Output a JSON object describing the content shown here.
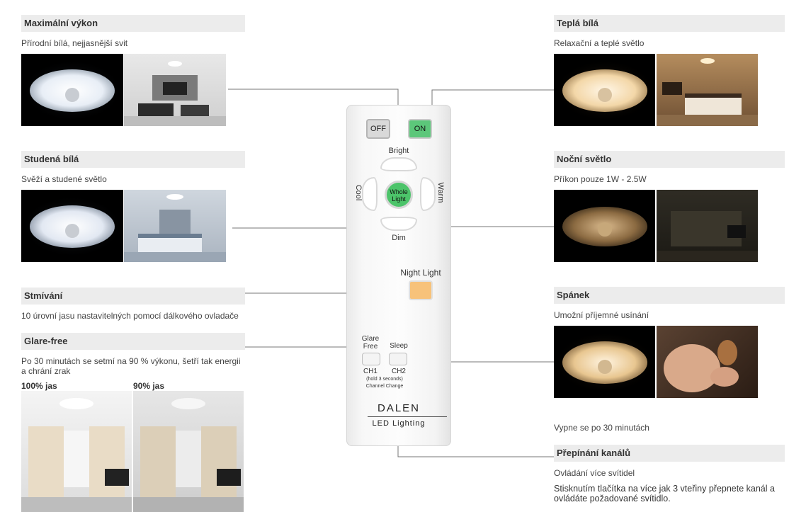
{
  "sections": {
    "max": {
      "title": "Maximální výkon",
      "desc": "Přírodní bílá, nejjasnější svit"
    },
    "cold": {
      "title": "Studená bílá",
      "desc": "Svěží a studené světlo"
    },
    "dim": {
      "title": "Stmívání",
      "desc": "10 úrovní jasu nastavitelných pomocí dálkového ovladače"
    },
    "glare": {
      "title": "Glare-free",
      "desc": "Po 30 minutách se setmí na 90 % výkonu, šetří tak energii a chrání zrak",
      "label_100": "100% jas",
      "label_90": "90% jas"
    },
    "warm": {
      "title": "Teplá bílá",
      "desc": "Relaxační a teplé světlo"
    },
    "night": {
      "title": "Noční světlo",
      "desc": "Příkon pouze 1W - 2.5W"
    },
    "sleep": {
      "title": "Spánek",
      "desc": "Umožní příjemné usínání",
      "note": "Vypne se po 30 minutách"
    },
    "channel": {
      "title": "Přepínání kanálů",
      "desc": "Ovládání více svítidel",
      "desc2": "Stisknutím tlačítka na více jak 3 vteřiny přepnete kanál a ovládáte požadované svítidlo."
    }
  },
  "remote": {
    "off": "OFF",
    "on": "ON",
    "bright": "Bright",
    "cool": "Cool",
    "warm": "Warm",
    "whole_light": "Whole Light",
    "dim": "Dim",
    "night_light": "Night Light",
    "glare_free": "Glare Free",
    "sleep": "Sleep",
    "ch1": "CH1",
    "ch2": "CH2",
    "hold": "(hold 3 seconds)",
    "channel_change": "Channel Change",
    "brand": "DALEN",
    "subbrand": "LED Lighting",
    "colors": {
      "on": "#5cc77a",
      "off": "#d9d9d9",
      "whole": "#4cc46a",
      "night": "#f7c27a"
    }
  }
}
